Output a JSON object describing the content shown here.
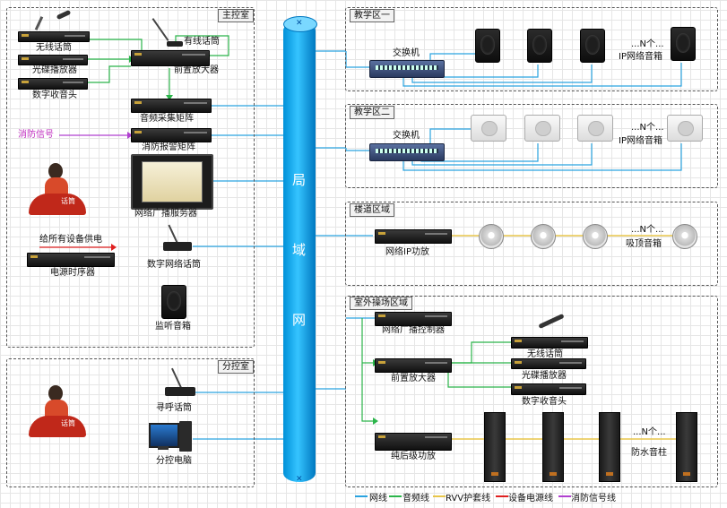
{
  "zones": {
    "main_room": "主控室",
    "branch_room": "分控室",
    "teach1": "教学区一",
    "teach2": "教学区二",
    "corridor": "楼道区域",
    "outdoor": "室外操场区域"
  },
  "lan_label_chars": [
    "局",
    "域",
    "网"
  ],
  "main": {
    "wireless_mic": "无线话筒",
    "cd_player": "光碟播放器",
    "digital_tuner": "数字收音头",
    "wired_mic": "有线话筒",
    "preamp": "前置放大器",
    "audio_matrix": "音频采集矩阵",
    "fire_signal": "消防信号",
    "fire_matrix": "消防报警矩阵",
    "server": "网络广播服务器",
    "power_all": "给所有设备供电",
    "power_seq": "电源时序器",
    "net_mic": "数字网络话筒",
    "monitor_spk": "监听音箱",
    "operator_sign": "话筒"
  },
  "branch": {
    "paging_mic": "寻呼话筒",
    "branch_pc": "分控电脑",
    "operator_sign": "话筒"
  },
  "teach1": {
    "switch": "交换机",
    "n_more": "...N个...",
    "ip_spk": "IP网络音箱"
  },
  "teach2": {
    "switch": "交换机",
    "n_more": "...N个...",
    "ip_spk": "IP网络音箱"
  },
  "corridor": {
    "amp": "网络IP功放",
    "n_more": "...N个...",
    "ceiling_spk": "吸顶音箱"
  },
  "outdoor": {
    "controller": "网络广播控制器",
    "wireless_mic": "无线话筒",
    "cd_player": "光碟播放器",
    "preamp": "前置放大器",
    "digital_tuner": "数字收音头",
    "amp": "纯后级功放",
    "n_more": "...N个...",
    "column_spk": "防水音柱"
  },
  "legend": [
    {
      "label": "网线",
      "color": "#2aa3e0"
    },
    {
      "label": "音频线",
      "color": "#2bb54a"
    },
    {
      "label": "RVV护套线",
      "color": "#e8c64a"
    },
    {
      "label": "设备电源线",
      "color": "#e02020"
    },
    {
      "label": "消防信号线",
      "color": "#b040d0"
    }
  ],
  "colors": {
    "network": "#2aa3e0",
    "audio": "#2bb54a",
    "rvv": "#e8c64a",
    "power": "#e02020",
    "fire": "#b040d0",
    "lan_backbone": "#1aa8f0"
  }
}
